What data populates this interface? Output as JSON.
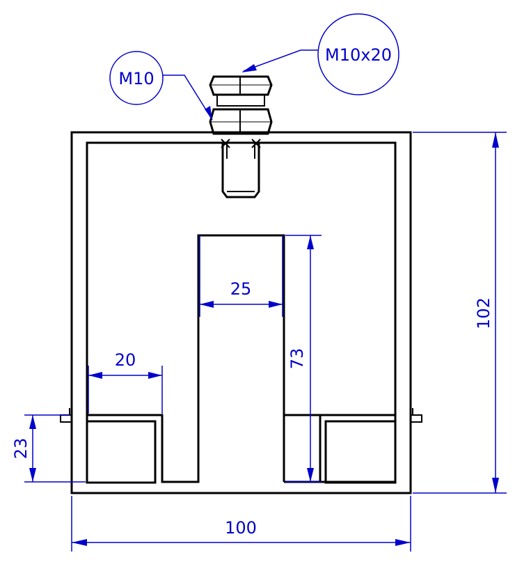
{
  "dimensions": {
    "overall_width": "100",
    "overall_height": "102",
    "slot_width": "25",
    "slot_depth": "73",
    "pocket_width": "20",
    "pocket_height": "23"
  },
  "callouts": {
    "nut": "M10",
    "bolt": "M10x20"
  },
  "colors": {
    "outline": "#000000",
    "dimension": "#0000cc"
  }
}
